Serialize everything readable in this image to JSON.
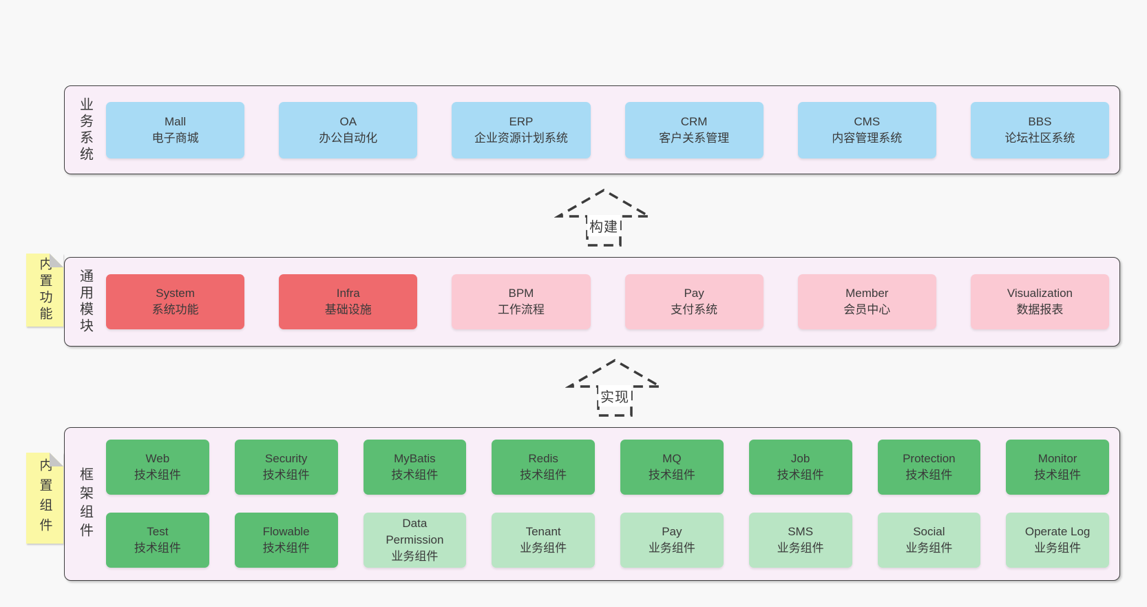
{
  "arrows": [
    {
      "label": "构建"
    },
    {
      "label": "实现"
    }
  ],
  "bands": [
    {
      "label": "业务系统",
      "boxes": [
        {
          "name": "Mall",
          "subtitle": "电子商城",
          "type": "business"
        },
        {
          "name": "OA",
          "subtitle": "办公自动化",
          "type": "business"
        },
        {
          "name": "ERP",
          "subtitle": "企业资源计划系统",
          "type": "business"
        },
        {
          "name": "CRM",
          "subtitle": "客户关系管理",
          "type": "business"
        },
        {
          "name": "CMS",
          "subtitle": "内容管理系统",
          "type": "business"
        },
        {
          "name": "BBS",
          "subtitle": "论坛社区系统",
          "type": "business"
        }
      ]
    },
    {
      "label": "通用模块",
      "note": "内置功能",
      "boxes": [
        {
          "name": "System",
          "subtitle": "系统功能",
          "type": "core-module"
        },
        {
          "name": "Infra",
          "subtitle": "基础设施",
          "type": "core-module"
        },
        {
          "name": "BPM",
          "subtitle": "工作流程",
          "type": "optional-module"
        },
        {
          "name": "Pay",
          "subtitle": "支付系统",
          "type": "optional-module"
        },
        {
          "name": "Member",
          "subtitle": "会员中心",
          "type": "optional-module"
        },
        {
          "name": "Visualization",
          "subtitle": "数据报表",
          "type": "optional-module"
        }
      ]
    },
    {
      "label": "框架组件",
      "note": "内置组件",
      "rows": [
        [
          {
            "name": "Web",
            "subtitle": "技术组件",
            "type": "tech-component"
          },
          {
            "name": "Security",
            "subtitle": "技术组件",
            "type": "tech-component"
          },
          {
            "name": "MyBatis",
            "subtitle": "技术组件",
            "type": "tech-component"
          },
          {
            "name": "Redis",
            "subtitle": "技术组件",
            "type": "tech-component"
          },
          {
            "name": "MQ",
            "subtitle": "技术组件",
            "type": "tech-component"
          },
          {
            "name": "Job",
            "subtitle": "技术组件",
            "type": "tech-component"
          },
          {
            "name": "Protection",
            "subtitle": "技术组件",
            "type": "tech-component"
          },
          {
            "name": "Monitor",
            "subtitle": "技术组件",
            "type": "tech-component"
          }
        ],
        [
          {
            "name": "Test",
            "subtitle": "技术组件",
            "type": "tech-component"
          },
          {
            "name": "Flowable",
            "subtitle": "技术组件",
            "type": "tech-component"
          },
          {
            "name": "Data Permission",
            "subtitle": "业务组件",
            "type": "biz-component"
          },
          {
            "name": "Tenant",
            "subtitle": "业务组件",
            "type": "biz-component"
          },
          {
            "name": "Pay",
            "subtitle": "业务组件",
            "type": "biz-component"
          },
          {
            "name": "SMS",
            "subtitle": "业务组件",
            "type": "biz-component"
          },
          {
            "name": "Social",
            "subtitle": "业务组件",
            "type": "biz-component"
          },
          {
            "name": "Operate Log",
            "subtitle": "业务组件",
            "type": "biz-component"
          }
        ]
      ]
    }
  ],
  "colors": {
    "page_bg": "#f8f8f8",
    "band_bg": "#f9eef8",
    "band_border": "#3e3e3e",
    "business_box": "#a8dbf5",
    "core_module_box": "#ef6a6d",
    "optional_module_box": "#fbc9d3",
    "tech_component_box": "#5cbe73",
    "biz_component_box": "#b9e5c4",
    "note_bg": "#fbf8a4",
    "note_fold": "#c7c7c7",
    "text": "#3a3a3a"
  }
}
